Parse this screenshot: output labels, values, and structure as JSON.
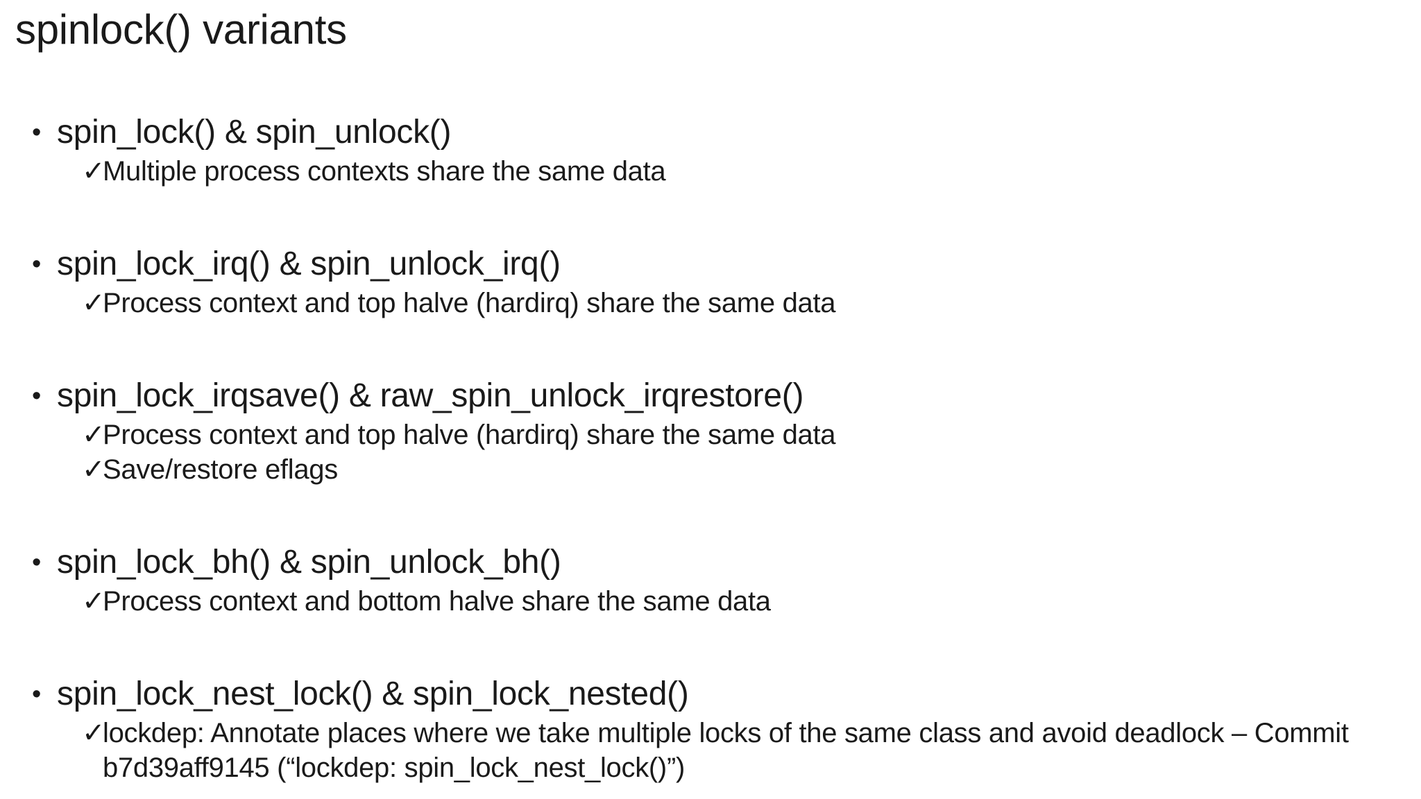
{
  "slide": {
    "title": "spinlock() variants",
    "icons": {
      "bullet": "•",
      "check": "✓"
    },
    "colors": {
      "text": "#1a1a1a",
      "background": "#ffffff"
    },
    "blocks": [
      {
        "heading": "spin_lock() & spin_unlock()",
        "subs": [
          "Multiple process contexts share the same data"
        ]
      },
      {
        "heading": "spin_lock_irq() & spin_unlock_irq()",
        "subs": [
          "Process context and top halve (hardirq) share the same data"
        ]
      },
      {
        "heading": "spin_lock_irqsave() & raw_spin_unlock_irqrestore()",
        "subs": [
          "Process context and top halve (hardirq) share the same data",
          "Save/restore eflags"
        ]
      },
      {
        "heading": "spin_lock_bh() & spin_unlock_bh()",
        "subs": [
          "Process context and bottom halve share the same data"
        ]
      },
      {
        "heading": "spin_lock_nest_lock() & spin_lock_nested()",
        "subs": [
          "lockdep: Annotate places where we take multiple locks of the same class and avoid deadlock – Commit b7d39aff9145 (“lockdep: spin_lock_nest_lock()”)"
        ]
      }
    ]
  }
}
